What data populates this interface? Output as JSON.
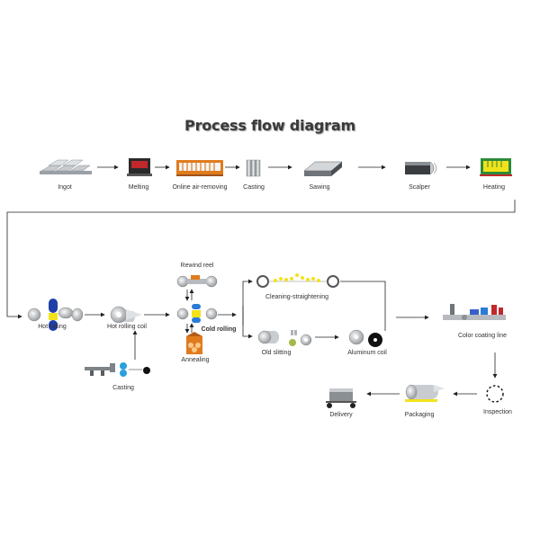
{
  "title": "Process flow diagram",
  "steps": {
    "ingot": "Ingot",
    "melting": "Melting",
    "air_removing": "Online  air-removing",
    "casting_top": "Casting",
    "sawing": "Sawing",
    "scalper": "Scalper",
    "heating": "Heating",
    "hot_rolling": "Hot rolling",
    "hot_rolling_coil": "Hot rolling coil",
    "casting_bottom": "Casting",
    "rewind_reel": "Rewind reel",
    "cold_rolling": "Cold rolling",
    "annealing": "Annealing",
    "cleaning_straightening": "Cleaning-straightening",
    "old_slitting": "Old slitting",
    "aluminum_coil": "Aluminum coil",
    "color_coating_line": "Color coating line",
    "inspection": "Inspection",
    "packaging": "Packaging",
    "delivery": "Delivery"
  },
  "colors": {
    "accent_yellow": "#f2e21a",
    "accent_blue": "#2a7bd8",
    "accent_red": "#c0282c",
    "accent_orange": "#e07b1e",
    "steel_grey": "#9aa0a6"
  }
}
